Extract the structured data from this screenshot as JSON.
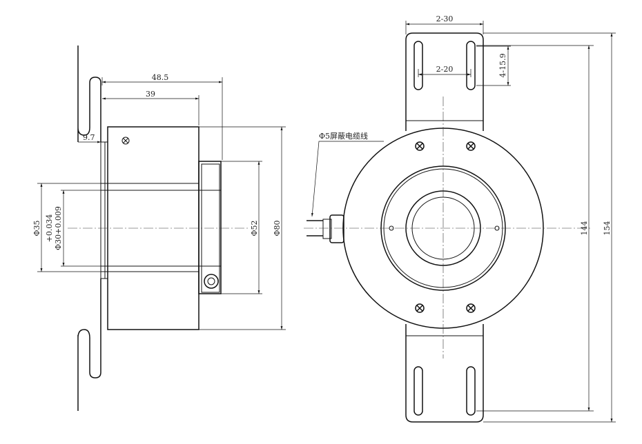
{
  "side_view": {
    "length_total": "48.5",
    "length_body": "39",
    "flange_offset": "9.7",
    "bore_outer": "Φ35",
    "bore_tol_upper": "+0.034",
    "bore_inner": "Φ30+0.009",
    "hub_dia": "Φ52",
    "body_dia": "Φ80"
  },
  "front_view": {
    "cable_label": "Φ5屏蔽电缆线",
    "slot_spacing_top": "2-30",
    "slot_spacing_inner": "2-20",
    "slot_length": "4-15.9",
    "slot_pitch": "144",
    "overall_height": "154"
  }
}
